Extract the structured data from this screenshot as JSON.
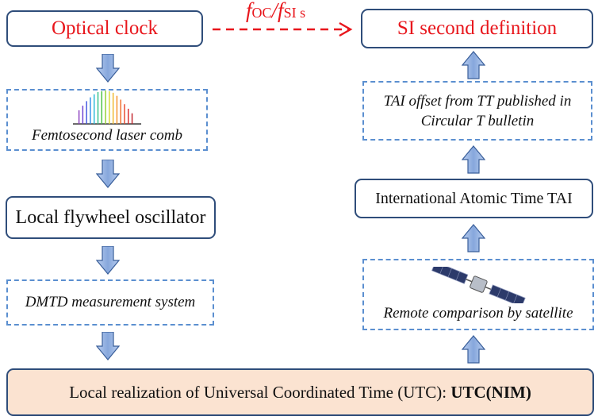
{
  "colors": {
    "accent_red": "#e8161c",
    "box_border": "#2f4d7a",
    "dashed_border": "#5b8fd0",
    "arrow_fill": "#8fb0e0",
    "bottom_fill": "#fbe3d1"
  },
  "nodes": {
    "optical_clock": "Optical clock",
    "si_second": "SI second definition",
    "femto_comb": "Femtosecond laser comb",
    "flywheel": "Local flywheel oscillator",
    "dmtd": "DMTD measurement system",
    "tai_offset_line1": "TAI offset from TT published in",
    "tai_offset_line2": "Circular T bulletin",
    "tai": "International Atomic Time TAI",
    "remote_comparison": "Remote comparison by satellite",
    "utc_prefix": "Local realization of Universal Coordinated Time (UTC): ",
    "utc_nim": "UTC(NIM)"
  },
  "ratio_label": {
    "f1": "f",
    "sub1": "OC",
    "slash": "/",
    "f2": "f",
    "sub2": "SI s"
  },
  "icons": {
    "comb": "frequency-comb-icon",
    "satellite": "satellite-icon",
    "arrow": "block-arrow-icon"
  }
}
